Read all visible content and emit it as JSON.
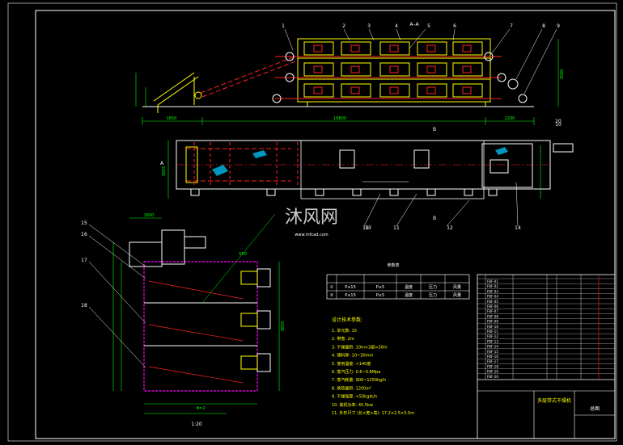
{
  "canvas": {
    "background": "#000000"
  },
  "colors": {
    "outline": "#ffffff",
    "structure": "#ffff00",
    "hidden": "#ff2020",
    "dimension": "#00ff00",
    "panel": "#ff00ff",
    "accent": "#00c8ff"
  },
  "view_labels": {
    "section_aa": "A–A",
    "section_bb": "B",
    "section_a": "A",
    "scale": "1:20"
  },
  "callouts": [
    "1",
    "2",
    "3",
    "4",
    "5",
    "6",
    "7",
    "8",
    "9",
    "10",
    "11",
    "12",
    "13",
    "14",
    "15",
    "16",
    "17",
    "18",
    "19",
    "20"
  ],
  "dimensions": {
    "top_length": "16800",
    "top_left": "1650",
    "top_right": "2200",
    "top_height": "3000",
    "plan_width": "3055",
    "section_top": "1800",
    "section_right": "550",
    "section_bottom_a": "B=2",
    "section_height": "3855"
  },
  "parts_table": {
    "title": "参数表",
    "rows": [
      [
        "①",
        "P≤15",
        "P≤5",
        "温度",
        "压力",
        "风量"
      ],
      [
        "②",
        "P≤15",
        "P≤5",
        "温度",
        "压力",
        "风量"
      ]
    ]
  },
  "notes": {
    "title": "设计技术参数:",
    "items": [
      "1. 单元数: 15",
      "2. 带宽: 2m",
      "3. 干燥面积: 10m×3层=30m",
      "4. 铺料厚: 10~30mm",
      "5. 使用温度: <140度",
      "6. 蒸汽压力: 0.6~0.8Mpa",
      "7. 蒸汽耗量: 900~1250kg/h",
      "8. 换热面积: 1200m²",
      "9. 干燥强度: <50kg水/h",
      "10. 装机功率: 45.5kw",
      "11. 外形尺寸 (长×宽×高): 17.2×2.5×3.5m"
    ]
  },
  "title_block": {
    "drawing_name": "多层带式干燥机",
    "drawing_type": "总图",
    "bom_codes": [
      "FBF-01",
      "FBF-02",
      "FBF-03",
      "FBF-04",
      "FBF-05",
      "FBF-06",
      "FBF-07",
      "FBF-08",
      "FBF-09",
      "FBF-10",
      "FBF-11",
      "FBF-12",
      "FBF-13",
      "FBF-14",
      "FBF-15",
      "FBF-16",
      "FBF-17",
      "FBF-18",
      "FBF-19",
      "FBF-20"
    ]
  },
  "watermark": {
    "brand": "沐风网",
    "url": "www.mfcad.com"
  }
}
